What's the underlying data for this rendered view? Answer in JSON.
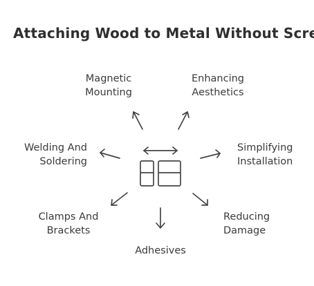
{
  "title": "Attaching Wood to Metal Without Screws",
  "nodes": {
    "magnetic_mounting": [
      "Magnetic",
      "Mounting"
    ],
    "enhancing_aesthetics": [
      "Enhancing",
      "Aesthetics"
    ],
    "welding_and_soldering": [
      "Welding And",
      "Soldering"
    ],
    "simplifying_installation": [
      "Simplifying",
      "Installation"
    ],
    "clamps_and_brackets": [
      "Clamps And",
      "Brackets"
    ],
    "reducing_damage": [
      "Reducing",
      "Damage"
    ],
    "adhesives": [
      "Adhesives"
    ]
  },
  "center_icon": "wood-metal-panels-icon",
  "colors": {
    "text": "#3a3a3a",
    "stroke": "#444444",
    "background": "#ffffff"
  }
}
